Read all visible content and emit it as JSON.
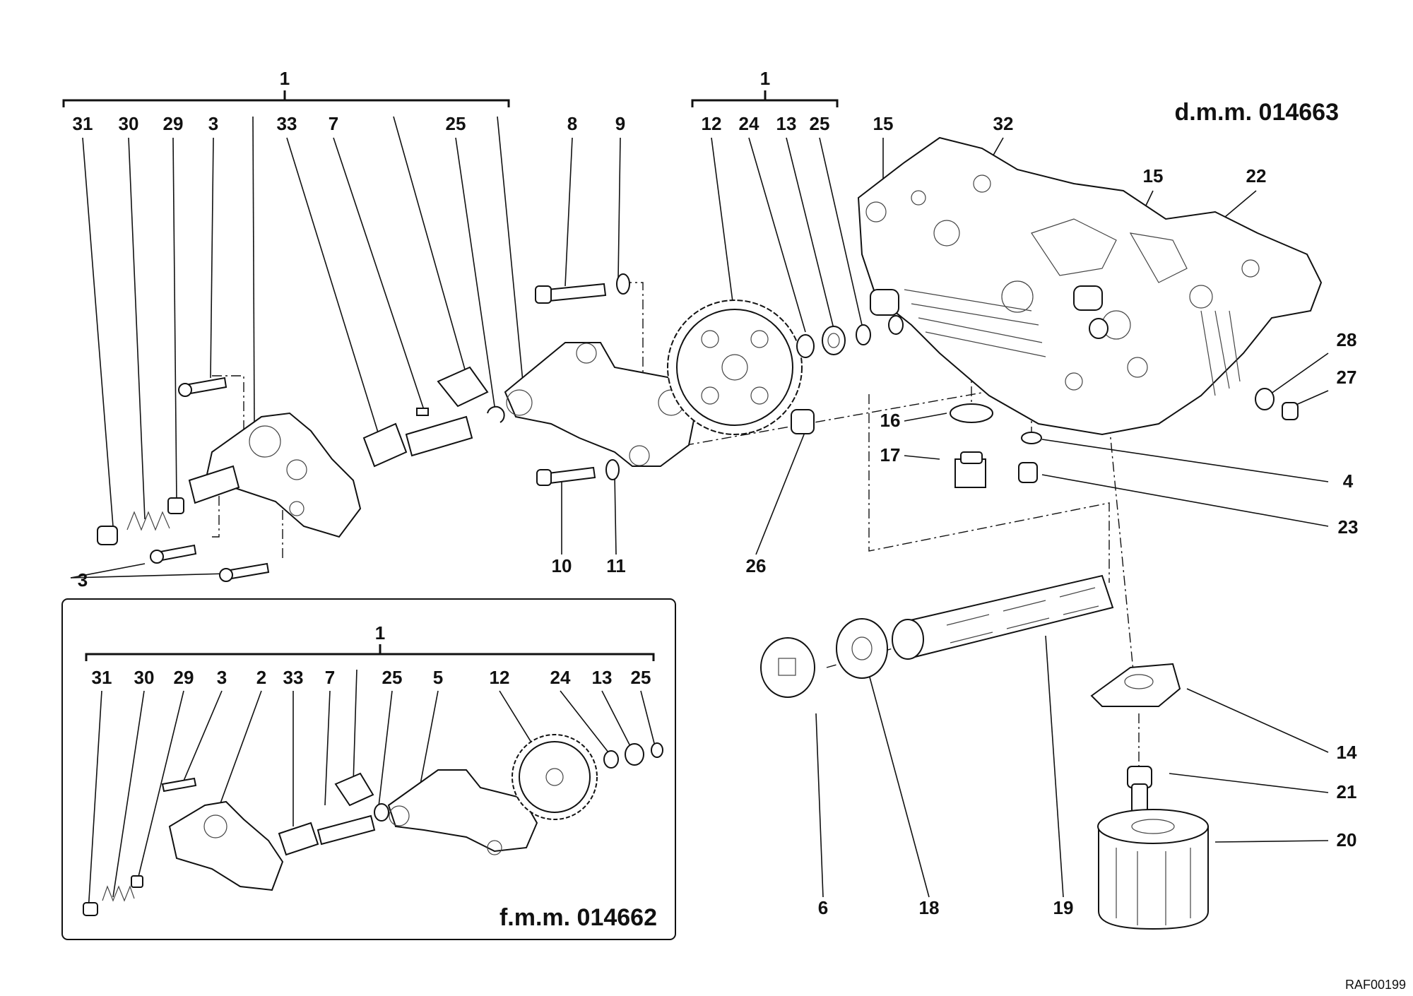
{
  "top_left_group": {
    "group_label": "1",
    "labels": [
      "31",
      "30",
      "29",
      "3",
      "33",
      "7",
      "25",
      "8",
      "9"
    ],
    "bottom_labels": [
      "3",
      "10",
      "11"
    ]
  },
  "top_middle_group": {
    "group_label": "1",
    "labels": [
      "12",
      "24",
      "13",
      "25"
    ]
  },
  "right_labels": {
    "l15a": "15",
    "l32": "32",
    "l15b": "15",
    "l22": "22",
    "l28": "28",
    "l27": "27",
    "l16": "16",
    "l17": "17",
    "l4": "4",
    "l23": "23",
    "l26": "26",
    "l14": "14",
    "l21": "21",
    "l20": "20",
    "l6": "6",
    "l18": "18",
    "l19": "19"
  },
  "engine_code": "d.m.m. 014663",
  "inset": {
    "group_label": "1",
    "labels": [
      "31",
      "30",
      "29",
      "3",
      "2",
      "33",
      "7",
      "25",
      "5",
      "12",
      "24",
      "13",
      "25"
    ],
    "engine_code": "f.m.m. 014662"
  },
  "drawing_code": "RAF00199"
}
